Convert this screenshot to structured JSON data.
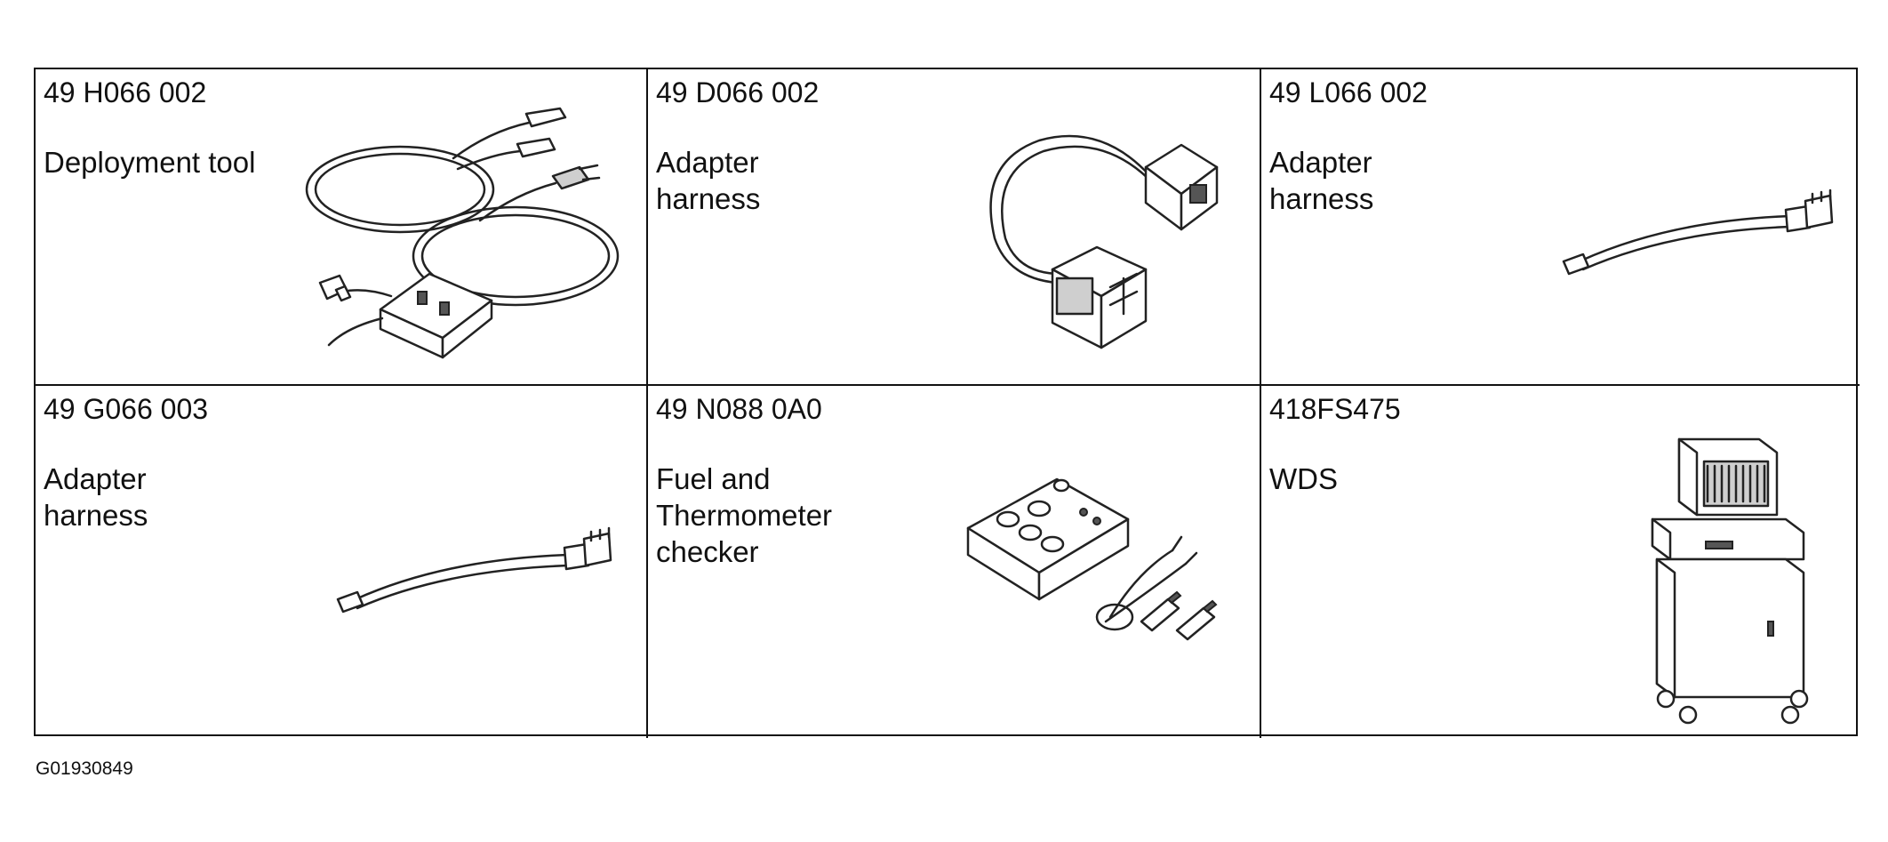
{
  "tools": [
    {
      "part_number": "49 H066 002",
      "description": "Deployment tool",
      "image": "deployment-tool-icon"
    },
    {
      "part_number": "49 D066 002",
      "description": "Adapter\nharness",
      "image": "adapter-harness-connector-icon"
    },
    {
      "part_number": "49 L066 002",
      "description": "Adapter\nharness",
      "image": "adapter-harness-cable-icon"
    },
    {
      "part_number": "49 G066 003",
      "description": "Adapter\nharness",
      "image": "adapter-harness-cable-icon"
    },
    {
      "part_number": "49 N088 0A0",
      "description": "Fuel and\nThermometer\nchecker",
      "image": "fuel-thermometer-checker-icon"
    },
    {
      "part_number": "418FS475",
      "description": "WDS",
      "image": "wds-cart-icon"
    }
  ],
  "figure_id": "G01930849"
}
